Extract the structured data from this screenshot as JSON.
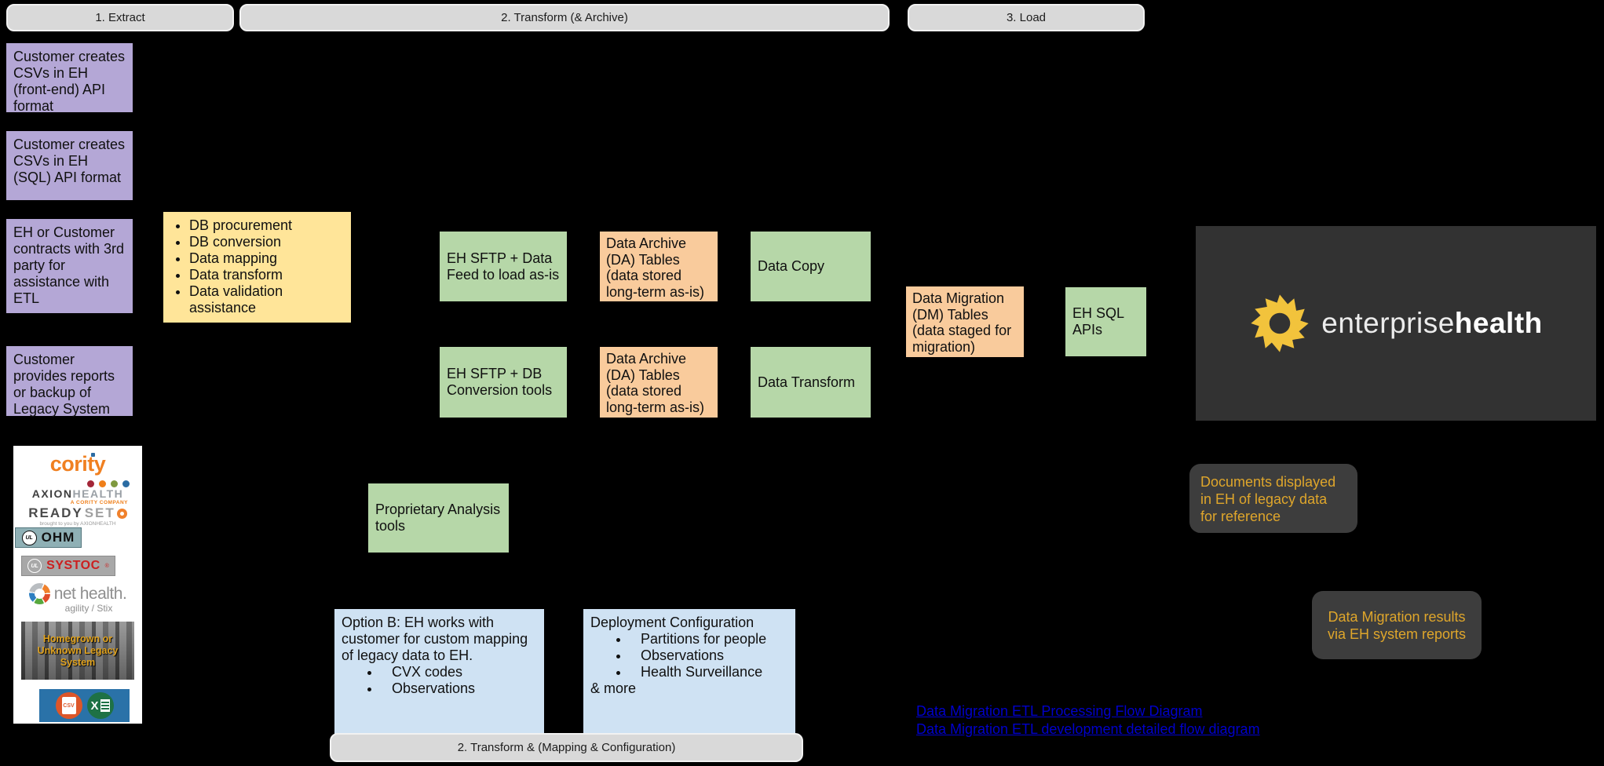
{
  "colors": {
    "purple": "#b4a7d6",
    "yellow": "#ffe599",
    "green": "#b6d7a8",
    "orange": "#f9cb9c",
    "blue": "#cfe2f3",
    "gray_button": "#d9d9d9",
    "panel_dark": "#323232",
    "note_dark": "#3d3d3d",
    "gold_text": "#dfa62b",
    "link_blue": "#0000cc",
    "brand_yellow": "#f2c33c"
  },
  "stage_bar": {
    "extract": "1. Extract",
    "transform": "2. Transform (& Archive)",
    "load": "3. Load",
    "bottom": "2. Transform & (Mapping & Configuration)"
  },
  "purple_boxes": [
    "Customer creates CSVs in EH (front-end) API format",
    "Customer creates CSVs in EH (SQL) API format",
    "EH or Customer contracts with 3rd party for assistance with ETL",
    "Customer provides reports or backup of Legacy System"
  ],
  "yellow_box": {
    "items": [
      "DB procurement",
      "DB conversion",
      "Data mapping",
      "Data transform",
      "Data validation assistance"
    ]
  },
  "flow_boxes": {
    "sftp_feed": "EH SFTP + Data Feed to load as-is",
    "sftp_db": "EH SFTP + DB Conversion tools",
    "archive_1": "Data Archive (DA) Tables (data stored long-term as-is)",
    "archive_2": "Data Archive (DA) Tables (data stored long-term as-is)",
    "data_copy": "Data Copy",
    "data_transform": "Data Transform",
    "proprietary": "Proprietary Analysis tools",
    "dm_tables": "Data Migration (DM) Tables (data staged for migration)",
    "sql_apis": "EH SQL APIs"
  },
  "option_b_box": {
    "intro": "Option B: EH works with customer for custom mapping of legacy data to EH.",
    "items": [
      "CVX codes",
      "Observations"
    ]
  },
  "deployment_box": {
    "title": "Deployment Configuration",
    "items": [
      "Partitions for people",
      "Observations",
      "Health Surveillance"
    ],
    "footer": "& more"
  },
  "notes": {
    "documents": "Documents displayed in EH of legacy data for reference",
    "results": "Data Migration results via EH system reports"
  },
  "links": [
    "Data Migration ETL Processing Flow Diagram",
    "Data Migration ETL development detailed flow diagram"
  ],
  "brand": {
    "word1": "enterprise",
    "word2": "health"
  },
  "legacy_panel": {
    "cority": "cority",
    "axion_part1": "AXION",
    "axion_part2": "HEALTH",
    "axion_tagline": "A CORITY COMPANY",
    "readyset_part1": "READY",
    "readyset_part2": "SET",
    "readyset_tagline": "brought to you by AXIONHEALTH",
    "ul_mark": "UL",
    "ohm": "OHM",
    "systoc": "SYSTOC",
    "systoc_reg": "®",
    "nethealth": "net health.",
    "nethealth_sub": "agility / Stix",
    "photo_caption": "Homegrown or Unknown Legacy System",
    "csv_label": "CSV",
    "excel_label": "X"
  }
}
